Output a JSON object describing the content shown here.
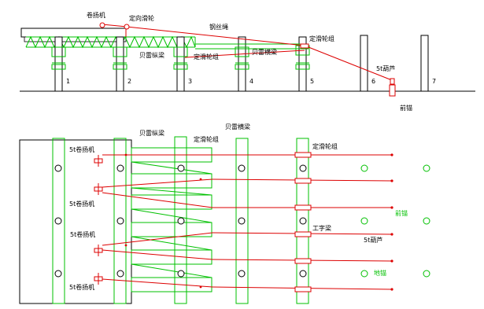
{
  "colors": {
    "black": "#000000",
    "green": "#00c000",
    "red": "#dd0000"
  },
  "elevation": {
    "labels": {
      "winch": "卷扬机",
      "guide_pulley": "定向滑轮",
      "steel_rope": "钢丝绳",
      "pulley_block_top": "定滑轮组",
      "pulley_block_left": "定滑轮组",
      "beam_longitudinal": "贝雷纵梁",
      "beam_transverse": "贝雷横梁",
      "hoist": "5t葫芦",
      "anchor": "前锚"
    },
    "pier_numbers": [
      "1",
      "2",
      "3",
      "4",
      "5",
      "6",
      "7"
    ]
  },
  "plan": {
    "labels": {
      "beam_longitudinal": "贝雷纵梁",
      "beam_transverse": "贝雷横梁",
      "pulley_block_left": "定滑轮组",
      "pulley_block_right": "定滑轮组",
      "i_beam": "工字梁",
      "anchor": "前锚",
      "hoist": "5t葫芦",
      "ground_anchor": "地锚"
    },
    "winch_labels": [
      "5t卷扬机",
      "5t卷扬机",
      "5t卷扬机",
      "5t卷扬机"
    ]
  }
}
